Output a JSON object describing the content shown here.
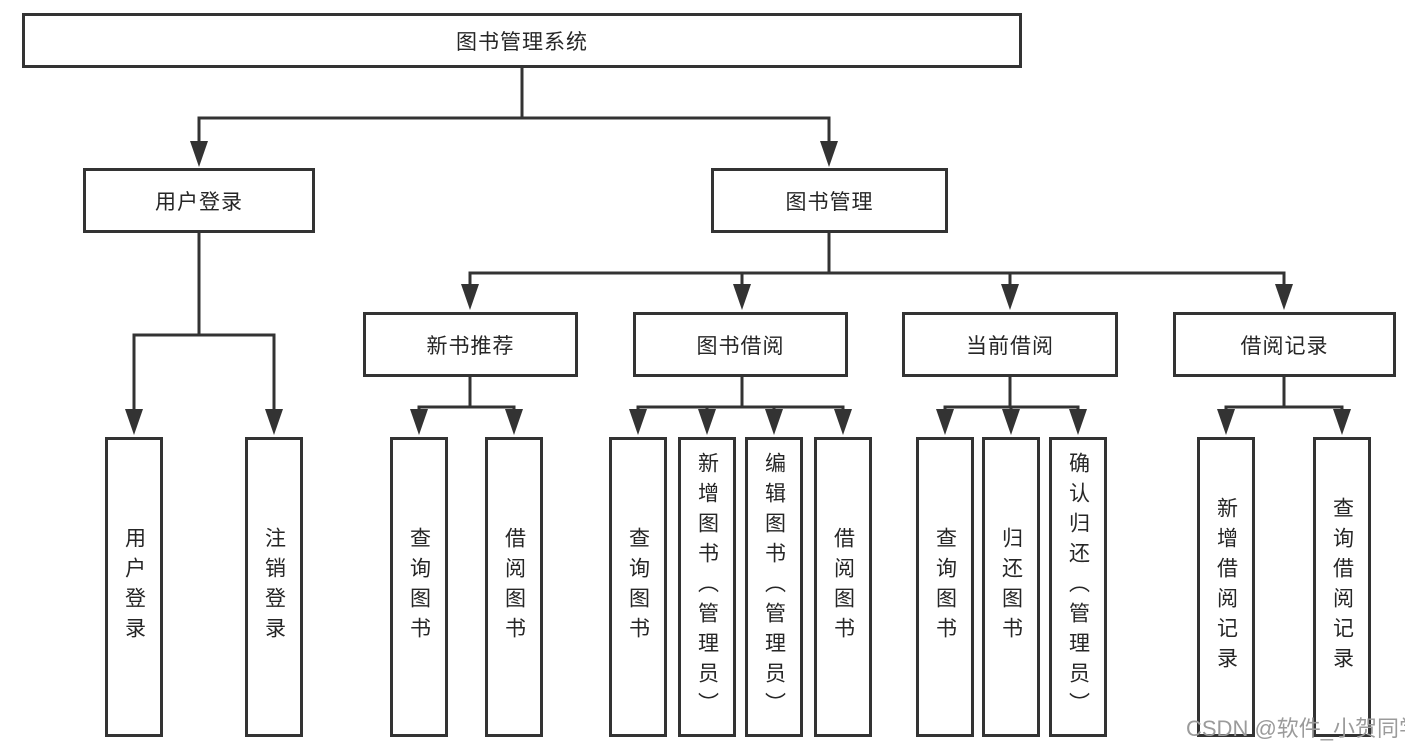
{
  "diagram": {
    "root": {
      "label": "图书管理系统"
    },
    "level2": [
      {
        "label": "用户登录"
      },
      {
        "label": "图书管理"
      }
    ],
    "level3": [
      {
        "label": "新书推荐"
      },
      {
        "label": "图书借阅"
      },
      {
        "label": "当前借阅"
      },
      {
        "label": "借阅记录"
      }
    ],
    "leaves": {
      "user_login": [
        {
          "label": "用户登录"
        },
        {
          "label": "注销登录"
        }
      ],
      "new_book_recommend": [
        {
          "label": "查询图书"
        },
        {
          "label": "借阅图书"
        }
      ],
      "book_borrowing": [
        {
          "label": "查询图书"
        },
        {
          "label": "新增图书（管理员）"
        },
        {
          "label": "编辑图书（管理员）"
        },
        {
          "label": "借阅图书"
        }
      ],
      "current_borrowing": [
        {
          "label": "查询图书"
        },
        {
          "label": "归还图书"
        },
        {
          "label": "确认归还（管理员）"
        }
      ],
      "borrowing_records": [
        {
          "label": "新增借阅记录"
        },
        {
          "label": "查询借阅记录"
        }
      ]
    }
  },
  "watermark": {
    "text": "CSDN @软件_小贺同学"
  },
  "colors": {
    "line": "#333333",
    "box_border": "#333333",
    "text": "#262626",
    "background": "#ffffff",
    "watermark": "#9b9b9b"
  }
}
